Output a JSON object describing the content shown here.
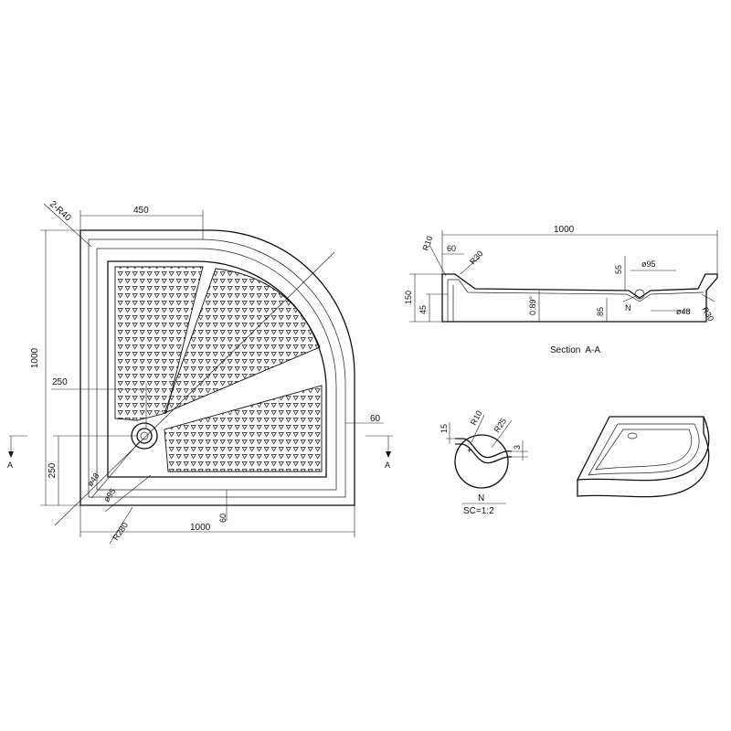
{
  "drawing": {
    "plan_view": {
      "dims": {
        "corner_radius": "2-R40",
        "seat_width": "450",
        "overall_height": "1000",
        "seat_depth": "250",
        "drain_offset": "250",
        "rim_right": "60",
        "overall_width": "1000",
        "rim_bottom": "60",
        "drain_inner": "ø48",
        "drain_outer": "ø95",
        "arc_radius": "R280"
      },
      "section_mark_left": "A",
      "section_mark_right": "A"
    },
    "section_view": {
      "dims": {
        "length": "1000",
        "r10": "R10",
        "r30_left": "R30",
        "rim": "60",
        "height": "150",
        "inner": "45",
        "slope": "0.89°",
        "drain_top": "55",
        "drain_dia": "ø95",
        "drain_depth": "85",
        "detail": "N",
        "drain_inner": "ø48",
        "r30_right": "R30"
      },
      "caption": "Section  A-A"
    },
    "detail_view": {
      "dims": {
        "d15": "15",
        "r10": "R10",
        "r25": "R25",
        "d3": "3"
      },
      "label": "N",
      "scale": "SC=1:2"
    },
    "iso_view": {}
  }
}
